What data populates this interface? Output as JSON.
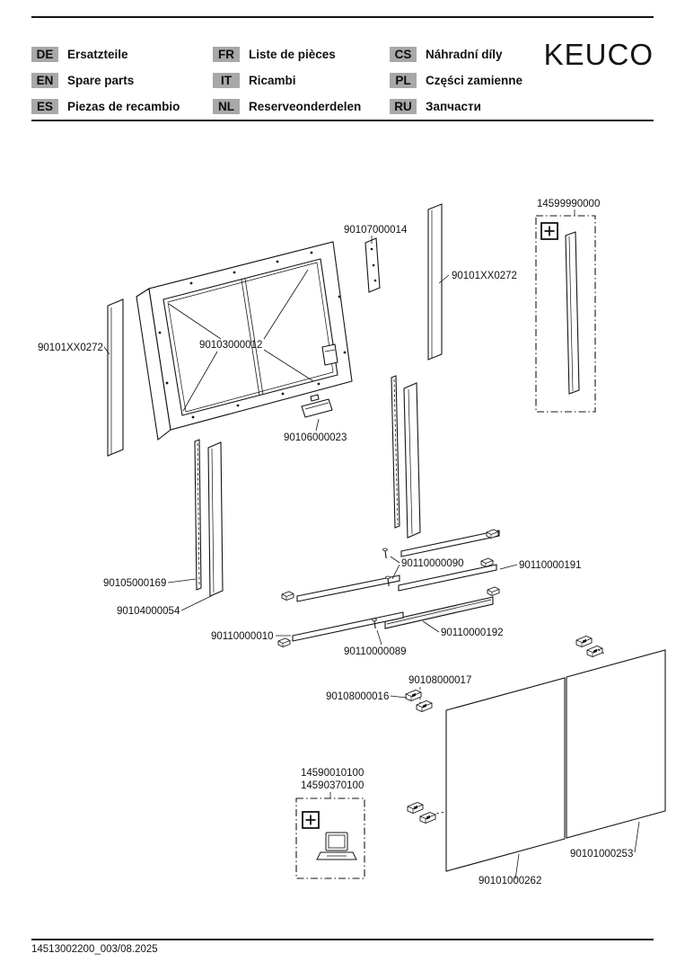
{
  "header": {
    "brand": "KEUCO",
    "languages": [
      {
        "code": "DE",
        "label": "Ersatzteile"
      },
      {
        "code": "EN",
        "label": "Spare parts"
      },
      {
        "code": "ES",
        "label": "Piezas de recambio"
      },
      {
        "code": "FR",
        "label": "Liste de pièces"
      },
      {
        "code": "IT",
        "label": "Ricambi"
      },
      {
        "code": "NL",
        "label": "Reserveonderdelen"
      },
      {
        "code": "CS",
        "label": "Náhradní díly"
      },
      {
        "code": "PL",
        "label": "Części zamienne"
      },
      {
        "code": "RU",
        "label": "Запчасти"
      }
    ]
  },
  "diagram": {
    "parts": {
      "kit_top": "14599990000",
      "hinge_rail": "90107000014",
      "side_profile_right": "90101XX0272",
      "side_profile_left": "90101XX0272",
      "cabinet": "90103000012",
      "transformer": "90106000023",
      "led_profile": "90105000169",
      "cover_profile": "90104000054",
      "clip_090": "90110000090",
      "shelf_191": "90110000191",
      "shelf_010": "90110000010",
      "shelf_192": "90110000192",
      "screw_089": "90110000089",
      "bracket_017": "90108000017",
      "bracket_016": "90108000016",
      "kit_bottom_line1": "14590010100",
      "kit_bottom_line2": "14590370100",
      "door_left": "90101000262",
      "door_right": "90101000253"
    }
  },
  "footer": {
    "doc_number": "14513002200_003/08.2025"
  },
  "colors": {
    "badge_bg": "#a8a8a8",
    "line": "#141414"
  }
}
